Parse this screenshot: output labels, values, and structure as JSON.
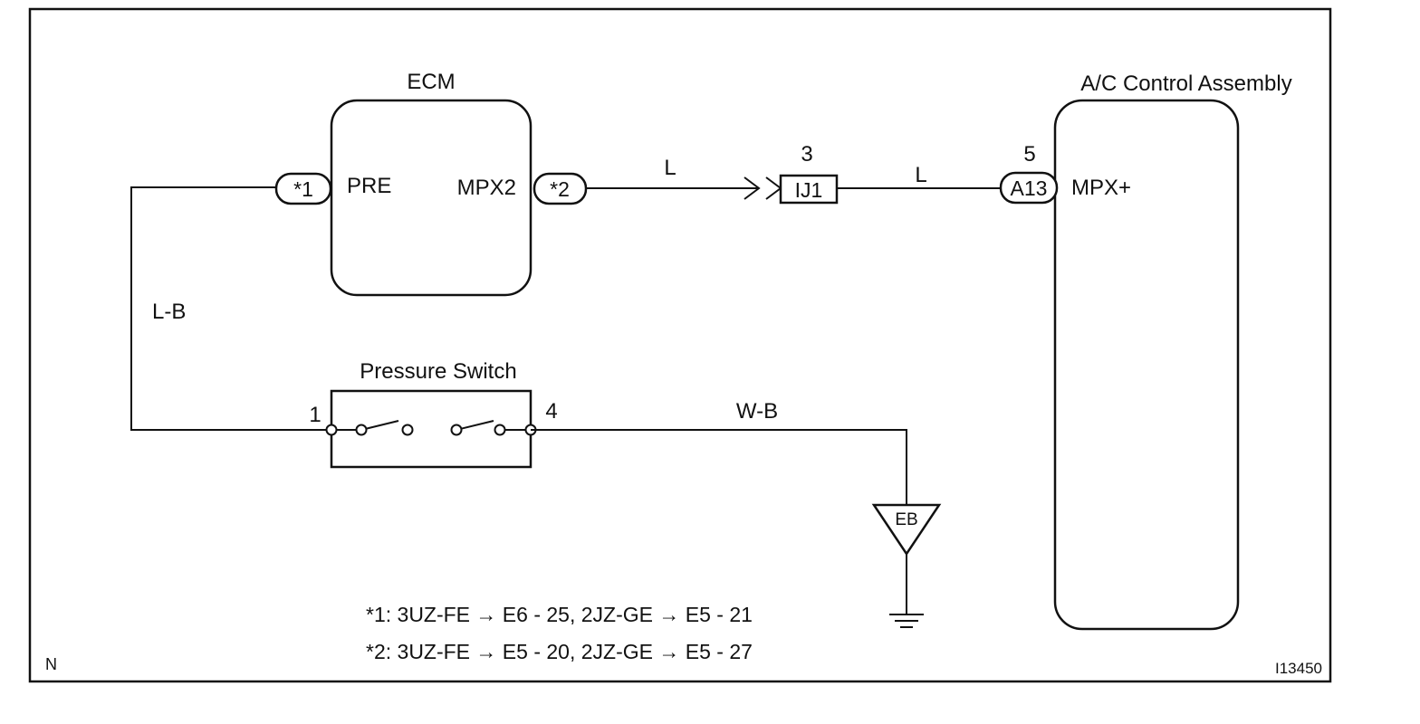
{
  "diagram": {
    "ecm": {
      "title": "ECM",
      "pin_pre": "PRE",
      "pin_mpx2": "MPX2",
      "conn1": "*1",
      "conn2": "*2"
    },
    "ac": {
      "title": "A/C Control Assembly",
      "pin": "MPX+",
      "conn": "A13",
      "pin_no": "5"
    },
    "junction": {
      "id": "IJ1",
      "pin_no": "3"
    },
    "wires": {
      "ecm_to_ij1": "L",
      "ij1_to_ac": "L",
      "ecm_to_switch": "L-B",
      "switch_to_ground": "W-B"
    },
    "pressure_switch": {
      "title": "Pressure Switch",
      "pin_left": "1",
      "pin_right": "4"
    },
    "ground": {
      "label": "EB"
    },
    "notes": [
      "*1: 3UZ-FE → E6 - 25, 2JZ-GE → E5 - 21",
      "*2: 3UZ-FE → E5 - 20, 2JZ-GE → E5 - 27"
    ],
    "corner_left": "N",
    "corner_right": "I13450"
  }
}
